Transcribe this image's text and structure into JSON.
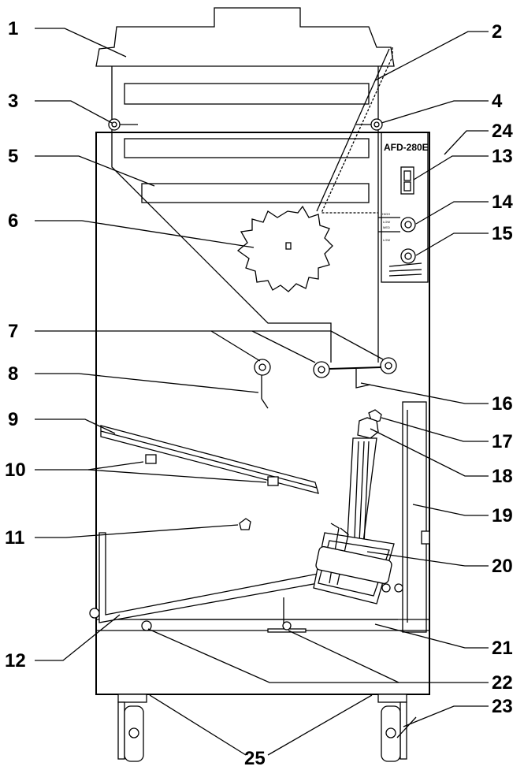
{
  "model_label": "AFD-280E",
  "control_panel_labels": [
    "HIGH",
    "LOW",
    "MED",
    "LOW"
  ],
  "callouts": [
    "1",
    "2",
    "3",
    "4",
    "5",
    "6",
    "7",
    "8",
    "9",
    "10",
    "11",
    "12",
    "13",
    "14",
    "15",
    "16",
    "17",
    "18",
    "19",
    "20",
    "21",
    "22",
    "23",
    "24",
    "25"
  ]
}
